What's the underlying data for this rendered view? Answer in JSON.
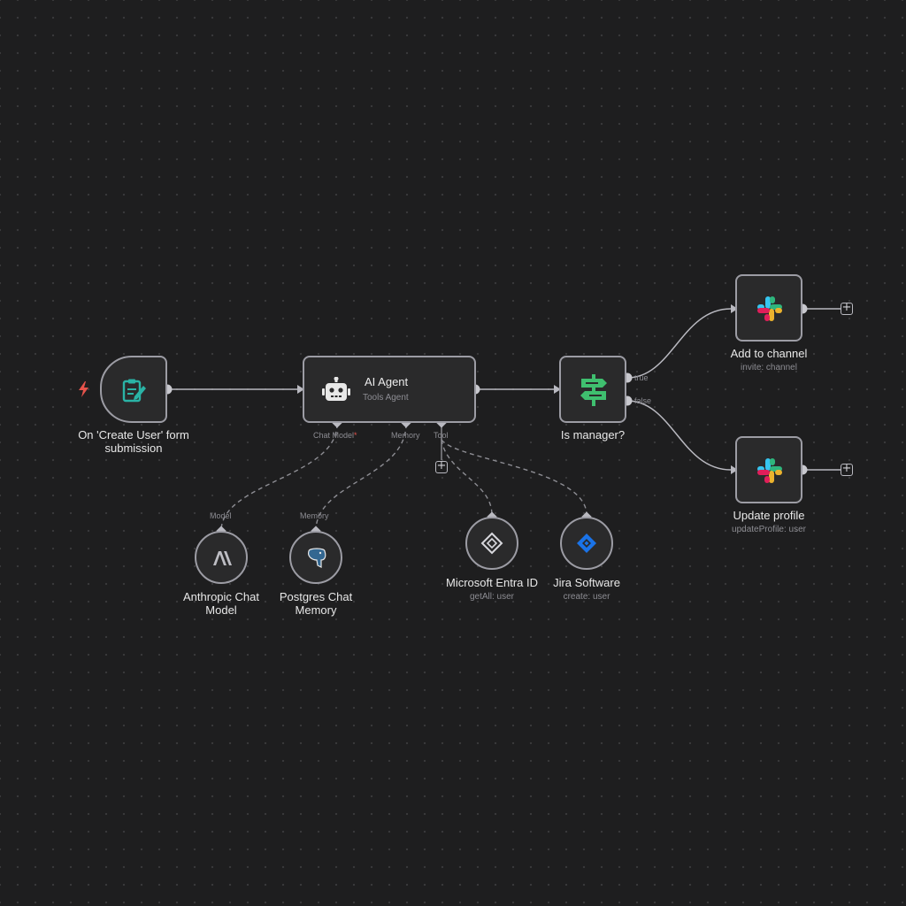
{
  "colors": {
    "background": "#1e1e1f",
    "node_border": "#9c9ca4",
    "node_fill": "#2a2a2b",
    "trigger_accent": "#e5534b",
    "form_icon": "#2ab3a6",
    "if_icon": "#3fbf6f",
    "jira_blue": "#1a73e8"
  },
  "trigger": {
    "icon": "lightning-bolt-icon",
    "node_icon": "form-icon",
    "label_line1": "On 'Create User' form",
    "label_line2": "submission"
  },
  "agent": {
    "icon": "robot-icon",
    "title": "AI Agent",
    "subtitle": "Tools Agent",
    "ports": {
      "chat_model": "Chat Model",
      "required_mark": "*",
      "memory": "Memory",
      "tool": "Tool"
    }
  },
  "condition": {
    "icon": "signpost-icon",
    "label": "Is manager?",
    "true_label": "true",
    "false_label": "false"
  },
  "slack_add": {
    "icon": "slack-icon",
    "label": "Add to channel",
    "sub": "invite: channel"
  },
  "slack_update": {
    "icon": "slack-icon",
    "label": "Update profile",
    "sub": "updateProfile: user"
  },
  "anthropic": {
    "icon": "anthropic-icon",
    "port_label": "Model",
    "label_line1": "Anthropic Chat",
    "label_line2": "Model"
  },
  "postgres": {
    "icon": "postgres-elephant-icon",
    "port_label": "Memory",
    "label_line1": "Postgres Chat",
    "label_line2": "Memory"
  },
  "entra": {
    "icon": "microsoft-entra-icon",
    "label": "Microsoft Entra ID",
    "sub": "getAll: user"
  },
  "jira": {
    "icon": "jira-icon",
    "label": "Jira Software",
    "sub": "create: user"
  },
  "add_buttons": {
    "symbol": "+"
  }
}
